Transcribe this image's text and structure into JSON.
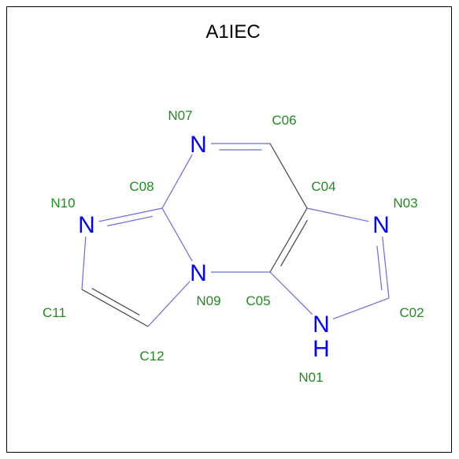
{
  "title": "A1IEC",
  "colors": {
    "bond": "#404040",
    "bond_hetero": "#6b6bdc",
    "nitrogen": "#0000ff",
    "label": "#1e8c1e",
    "title": "#000000"
  },
  "atoms": [
    {
      "id": "N07",
      "element": "N",
      "label": "N07"
    },
    {
      "id": "C06",
      "element": "C",
      "label": "C06"
    },
    {
      "id": "C08",
      "element": "C",
      "label": "C08"
    },
    {
      "id": "C04",
      "element": "C",
      "label": "C04"
    },
    {
      "id": "N10",
      "element": "N",
      "label": "N10"
    },
    {
      "id": "N03",
      "element": "N",
      "label": "N03"
    },
    {
      "id": "N09",
      "element": "N",
      "label": "N09"
    },
    {
      "id": "C05",
      "element": "C",
      "label": "C05"
    },
    {
      "id": "C11",
      "element": "C",
      "label": "C11"
    },
    {
      "id": "C02",
      "element": "C",
      "label": "C02"
    },
    {
      "id": "C12",
      "element": "C",
      "label": "C12"
    },
    {
      "id": "N01",
      "element": "N",
      "label": "N01",
      "hydrogen": "H"
    }
  ],
  "bonds": [
    {
      "a": "N07",
      "b": "C06",
      "order": 2
    },
    {
      "a": "C06",
      "b": "C04",
      "order": 1
    },
    {
      "a": "C04",
      "b": "C05",
      "order": 2
    },
    {
      "a": "C05",
      "b": "N09",
      "order": 1
    },
    {
      "a": "N09",
      "b": "C08",
      "order": 1
    },
    {
      "a": "C08",
      "b": "N07",
      "order": 1
    },
    {
      "a": "C08",
      "b": "N10",
      "order": 2
    },
    {
      "a": "N10",
      "b": "C11",
      "order": 1
    },
    {
      "a": "C11",
      "b": "C12",
      "order": 2
    },
    {
      "a": "C12",
      "b": "N09",
      "order": 1
    },
    {
      "a": "C04",
      "b": "N03",
      "order": 1
    },
    {
      "a": "N03",
      "b": "C02",
      "order": 2
    },
    {
      "a": "C02",
      "b": "N01",
      "order": 1
    },
    {
      "a": "N01",
      "b": "C05",
      "order": 1
    }
  ]
}
